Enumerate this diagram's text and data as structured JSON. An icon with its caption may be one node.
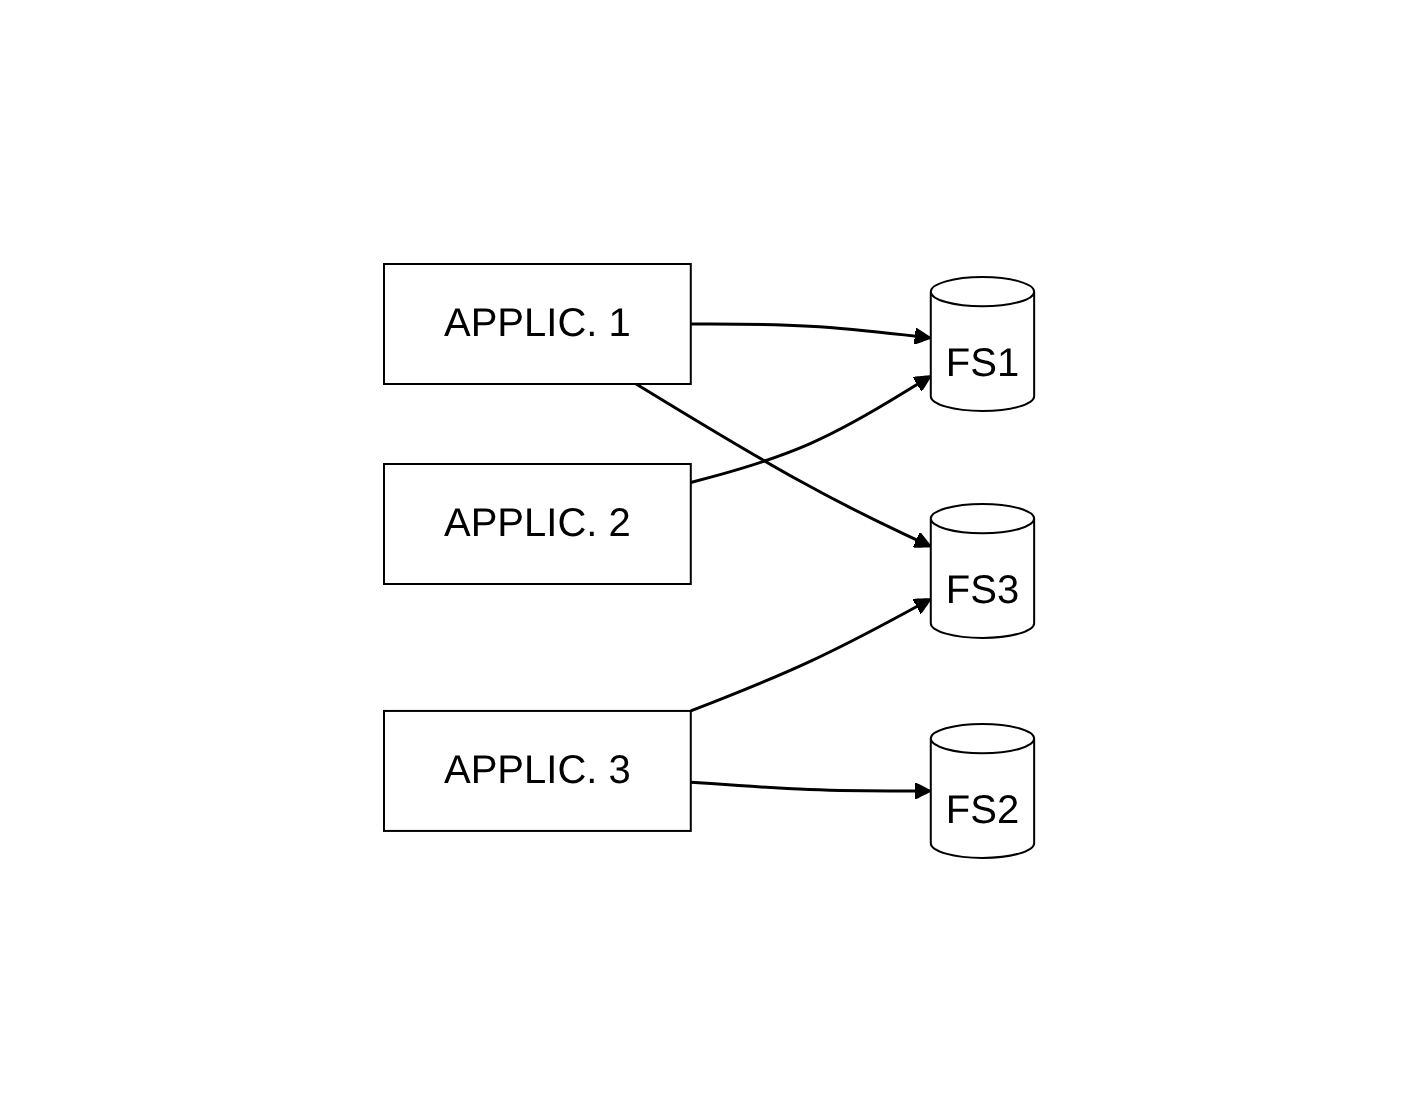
{
  "diagram": {
    "nodes": [
      {
        "text": [
          "APPLIC. 1"
        ]
      },
      {
        "text": [
          "APPLIC. 2"
        ]
      },
      {
        "text": [
          "APPLIC. 3"
        ]
      },
      {
        "text": [
          "FS1"
        ]
      },
      {
        "text": [
          "FS2"
        ]
      },
      {
        "text": [
          "FS3"
        ]
      }
    ],
    "edges": [
      {
        "from": 0,
        "to": 3,
        "arrow": "to"
      },
      {
        "from": 0,
        "to": 5,
        "arrow": "to"
      },
      {
        "from": 1,
        "to": 3,
        "arrow": "to"
      },
      {
        "from": 2,
        "to": 5,
        "arrow": "to"
      },
      {
        "from": 2,
        "to": 4,
        "arrow": "to"
      }
    ]
  }
}
